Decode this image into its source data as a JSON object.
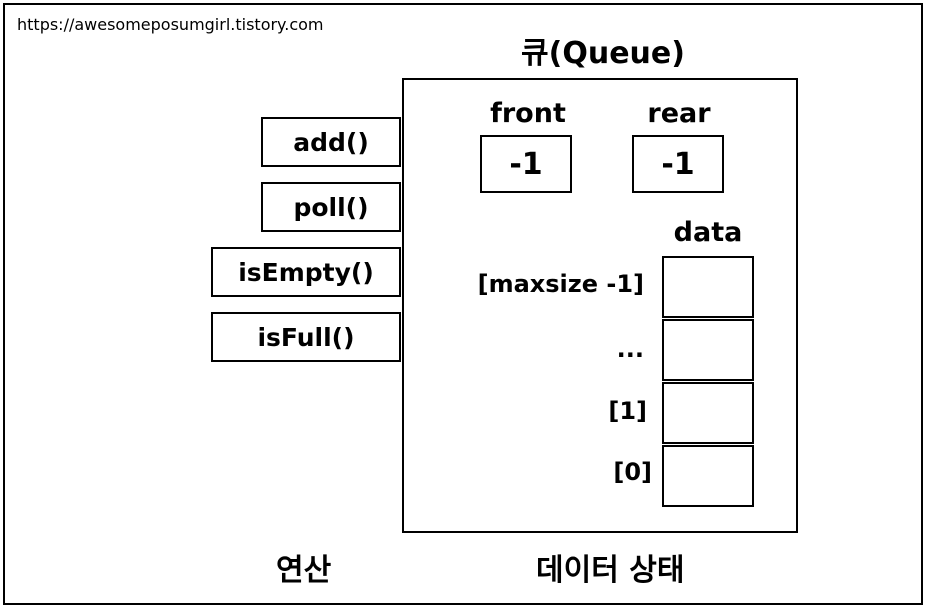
{
  "watermark": "https://awesomeposumgirl.tistory.com",
  "title": "큐(Queue)",
  "operations": [
    "add()",
    "poll()",
    "isEmpty()",
    "isFull()"
  ],
  "pointers": {
    "front": {
      "label": "front",
      "value": "-1"
    },
    "rear": {
      "label": "rear",
      "value": "-1"
    }
  },
  "data_label": "data",
  "indices": [
    "[maxsize -1]",
    "...",
    "[1]",
    "[0]"
  ],
  "captions": {
    "left": "연산",
    "right": "데이터 상태"
  }
}
